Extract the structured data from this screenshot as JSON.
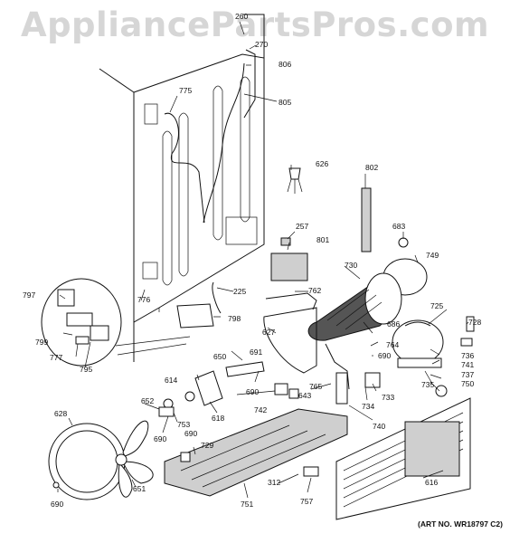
{
  "watermark": "AppliancePartsPros.com",
  "art_number": "(ART NO. WR18797 C2)",
  "callouts": [
    "260",
    "270",
    "806",
    "775",
    "805",
    "626",
    "802",
    "257",
    "801",
    "683",
    "749",
    "730",
    "762",
    "797",
    "776",
    "225",
    "725",
    "728",
    "627",
    "798",
    "686",
    "764",
    "736",
    "690",
    "741",
    "737",
    "750",
    "735",
    "733",
    "734",
    "799",
    "777",
    "795",
    "650",
    "614",
    "618",
    "691",
    "652",
    "753",
    "765",
    "643",
    "742",
    "740",
    "628",
    "729",
    "651",
    "751",
    "312",
    "757",
    "616"
  ]
}
